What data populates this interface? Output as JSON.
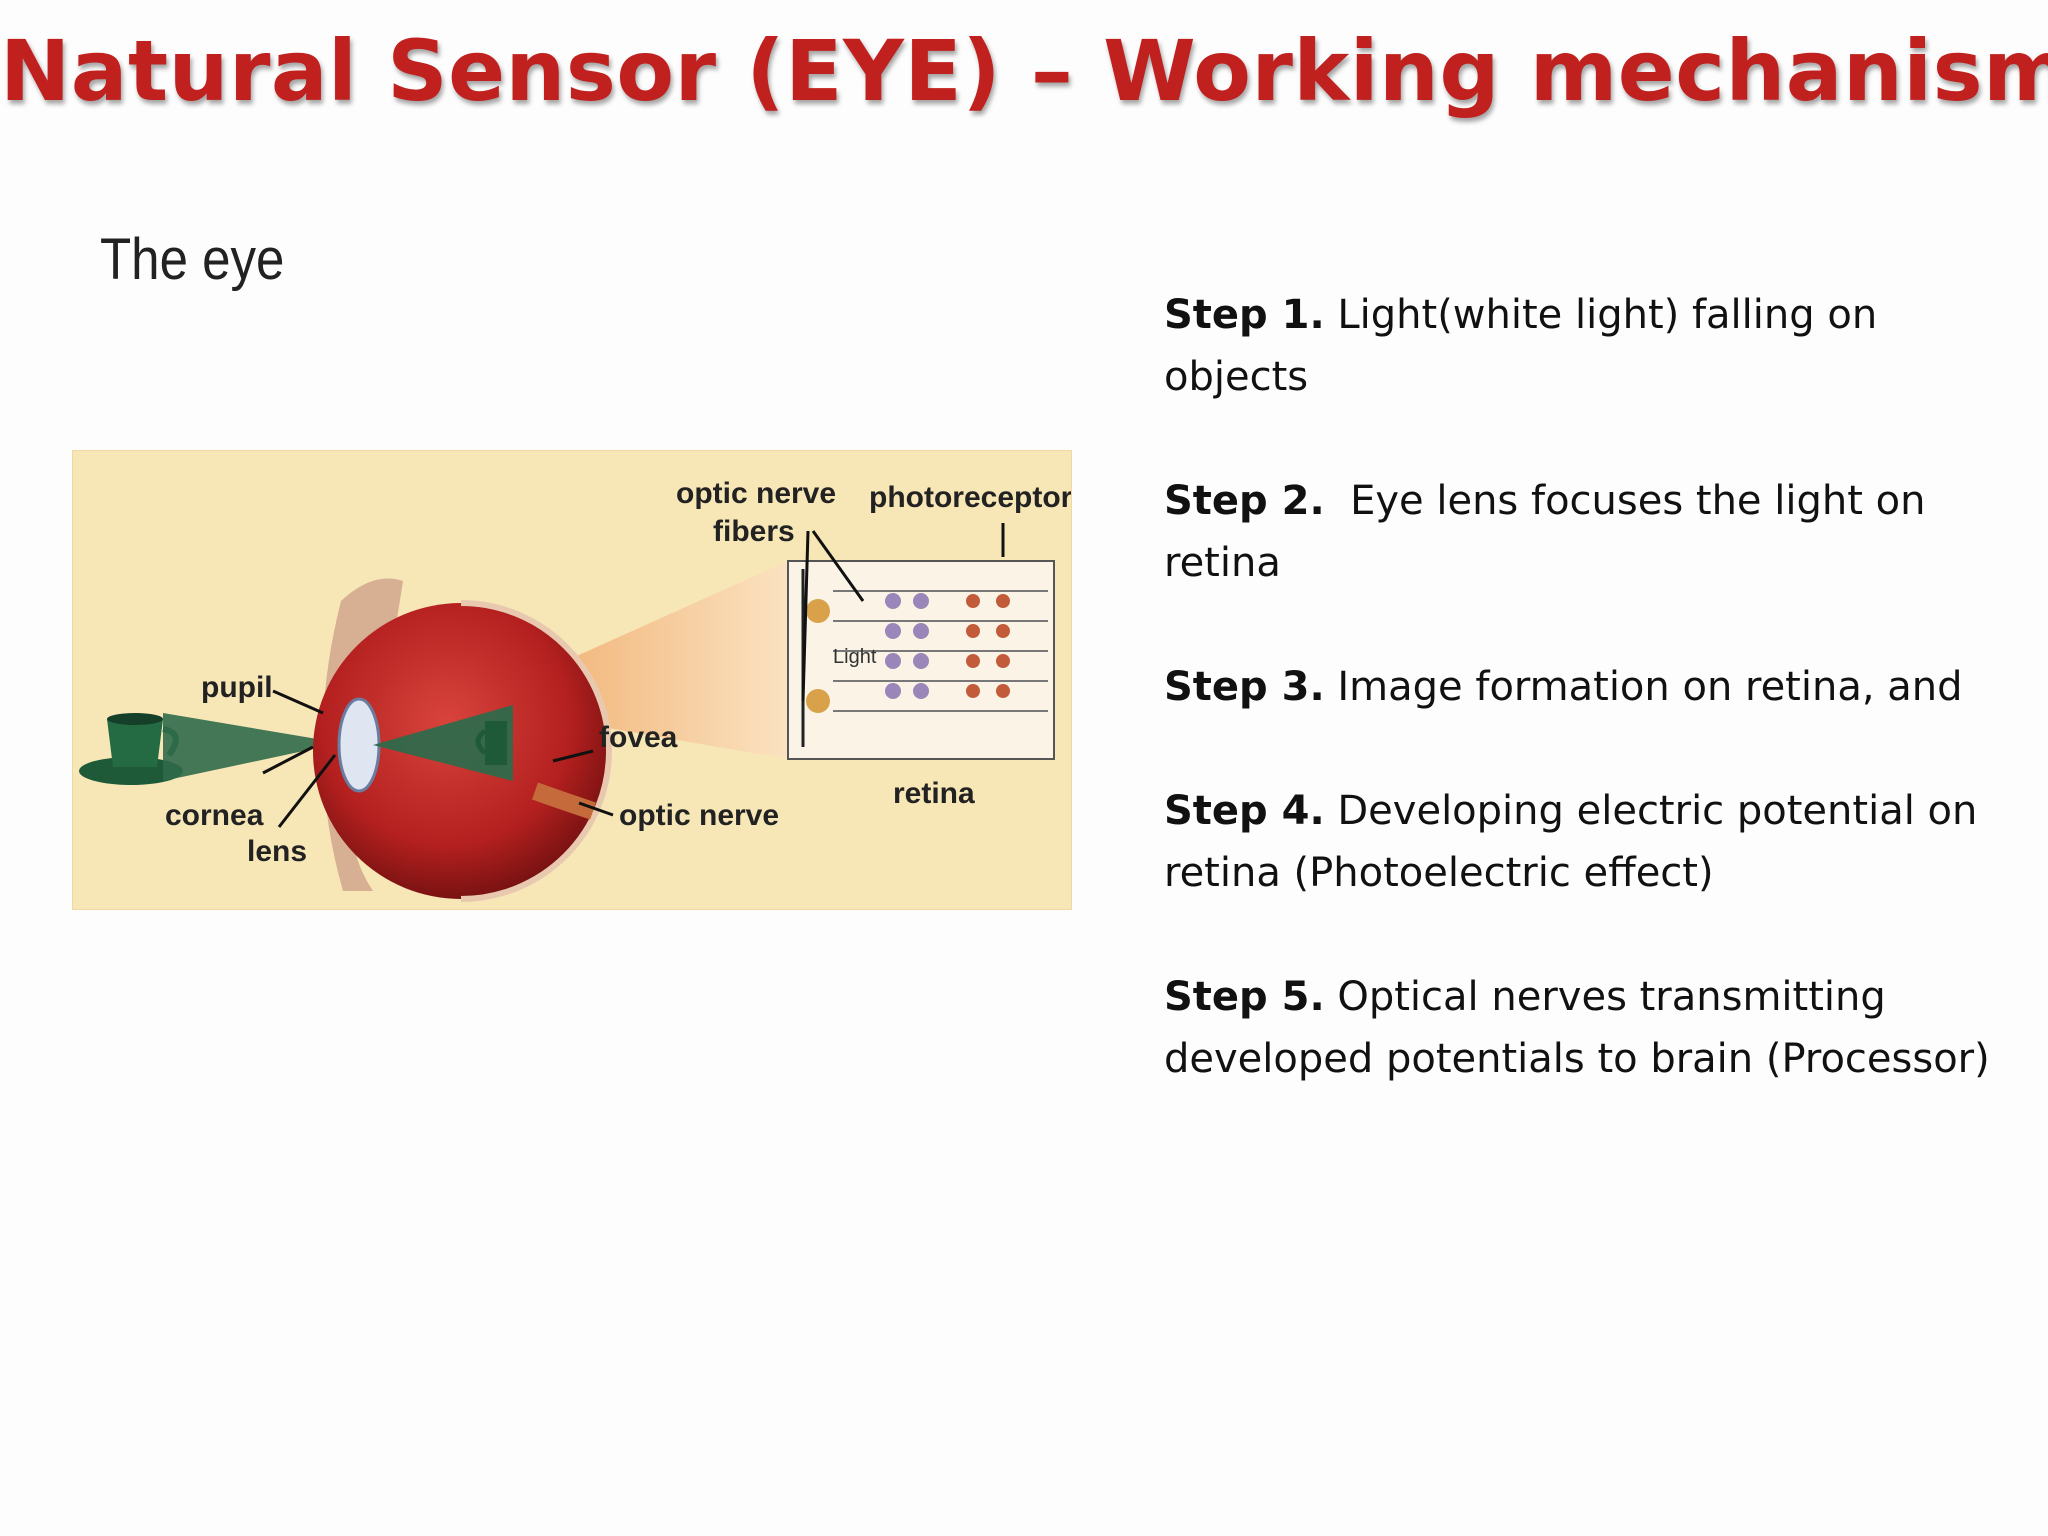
{
  "slide": {
    "title": "Natural Sensor (EYE) – Working mechanism",
    "figure_heading": "The eye"
  },
  "figure": {
    "labels": {
      "optic_nerve_fibers_1": "optic nerve",
      "optic_nerve_fibers_2": "fibers",
      "photoreceptors": "photoreceptors",
      "pupil": "pupil",
      "fovea": "fovea",
      "cornea": "cornea",
      "lens": "lens",
      "optic_nerve": "optic nerve",
      "retina": "retina",
      "light": "Light"
    }
  },
  "steps": [
    {
      "num": "Step 1.",
      "text": " Light(white light) falling on objects"
    },
    {
      "num": "Step 2.",
      "text": "  Eye lens focuses the light on retina"
    },
    {
      "num": "Step 3.",
      "text": " Image formation on retina, and"
    },
    {
      "num": "Step 4.",
      "text": " Developing electric potential on retina (Photoelectric effect)"
    },
    {
      "num": "Step 5.",
      "text": " Optical nerves transmitting developed potentials to brain (Processor)"
    }
  ],
  "colors": {
    "title": "#c0201e",
    "figure_bg": "#f7e6b6",
    "eyeball": "#b3201f",
    "light_beam": "#2f6a4b",
    "cone": "#f2b77e"
  }
}
